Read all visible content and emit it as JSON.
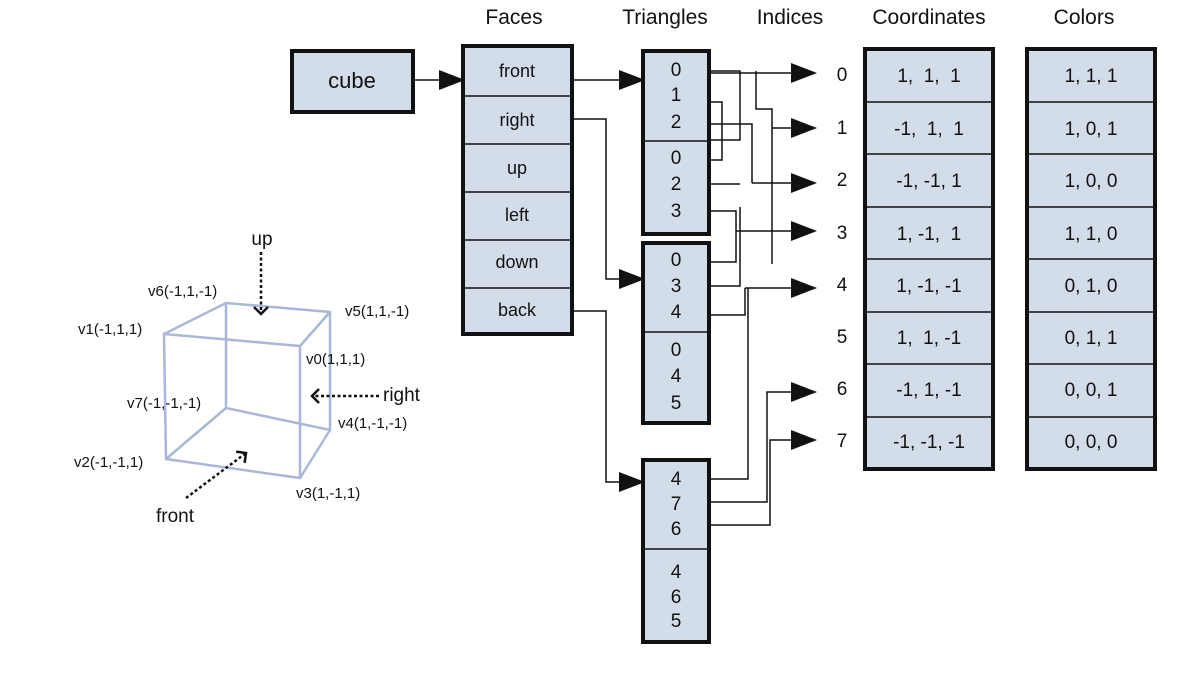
{
  "headers": {
    "faces": "Faces",
    "triangles": "Triangles",
    "indices": "Indices",
    "coordinates": "Coordinates",
    "colors": "Colors"
  },
  "root": "cube",
  "faces": [
    "front",
    "right",
    "up",
    "left",
    "down",
    "back"
  ],
  "triangle_groups": [
    [
      [
        "0",
        "1",
        "2"
      ],
      [
        "0",
        "2",
        "3"
      ]
    ],
    [
      [
        "0",
        "3",
        "4"
      ],
      [
        "0",
        "4",
        "5"
      ]
    ],
    [
      [
        "4",
        "7",
        "6"
      ],
      [
        "4",
        "6",
        "5"
      ]
    ]
  ],
  "indices": [
    "0",
    "1",
    "2",
    "3",
    "4",
    "5",
    "6",
    "7"
  ],
  "coordinates": [
    "1,  1,  1",
    "-1,  1,  1",
    "-1, -1, 1",
    "1, -1,  1",
    "1, -1, -1",
    "1,  1, -1",
    "-1, 1, -1",
    "-1, -1, -1"
  ],
  "colors": [
    "1, 1, 1",
    "1, 0, 1",
    "1, 0, 0",
    "1, 1, 0",
    "0, 1, 0",
    "0, 1, 1",
    "0, 0, 1",
    "0, 0, 0"
  ],
  "cube_vertices": {
    "v0": "v0(1,1,1)",
    "v1": "v1(-1,1,1)",
    "v2": "v2(-1,-1,1)",
    "v3": "v3(1,-1,1)",
    "v4": "v4(1,-1,-1)",
    "v5": "v5(1,1,-1)",
    "v6": "v6(-1,1,-1)",
    "v7": "v7(-1,-1,-1)"
  },
  "directions": {
    "up": "up",
    "right": "right",
    "front": "front"
  }
}
